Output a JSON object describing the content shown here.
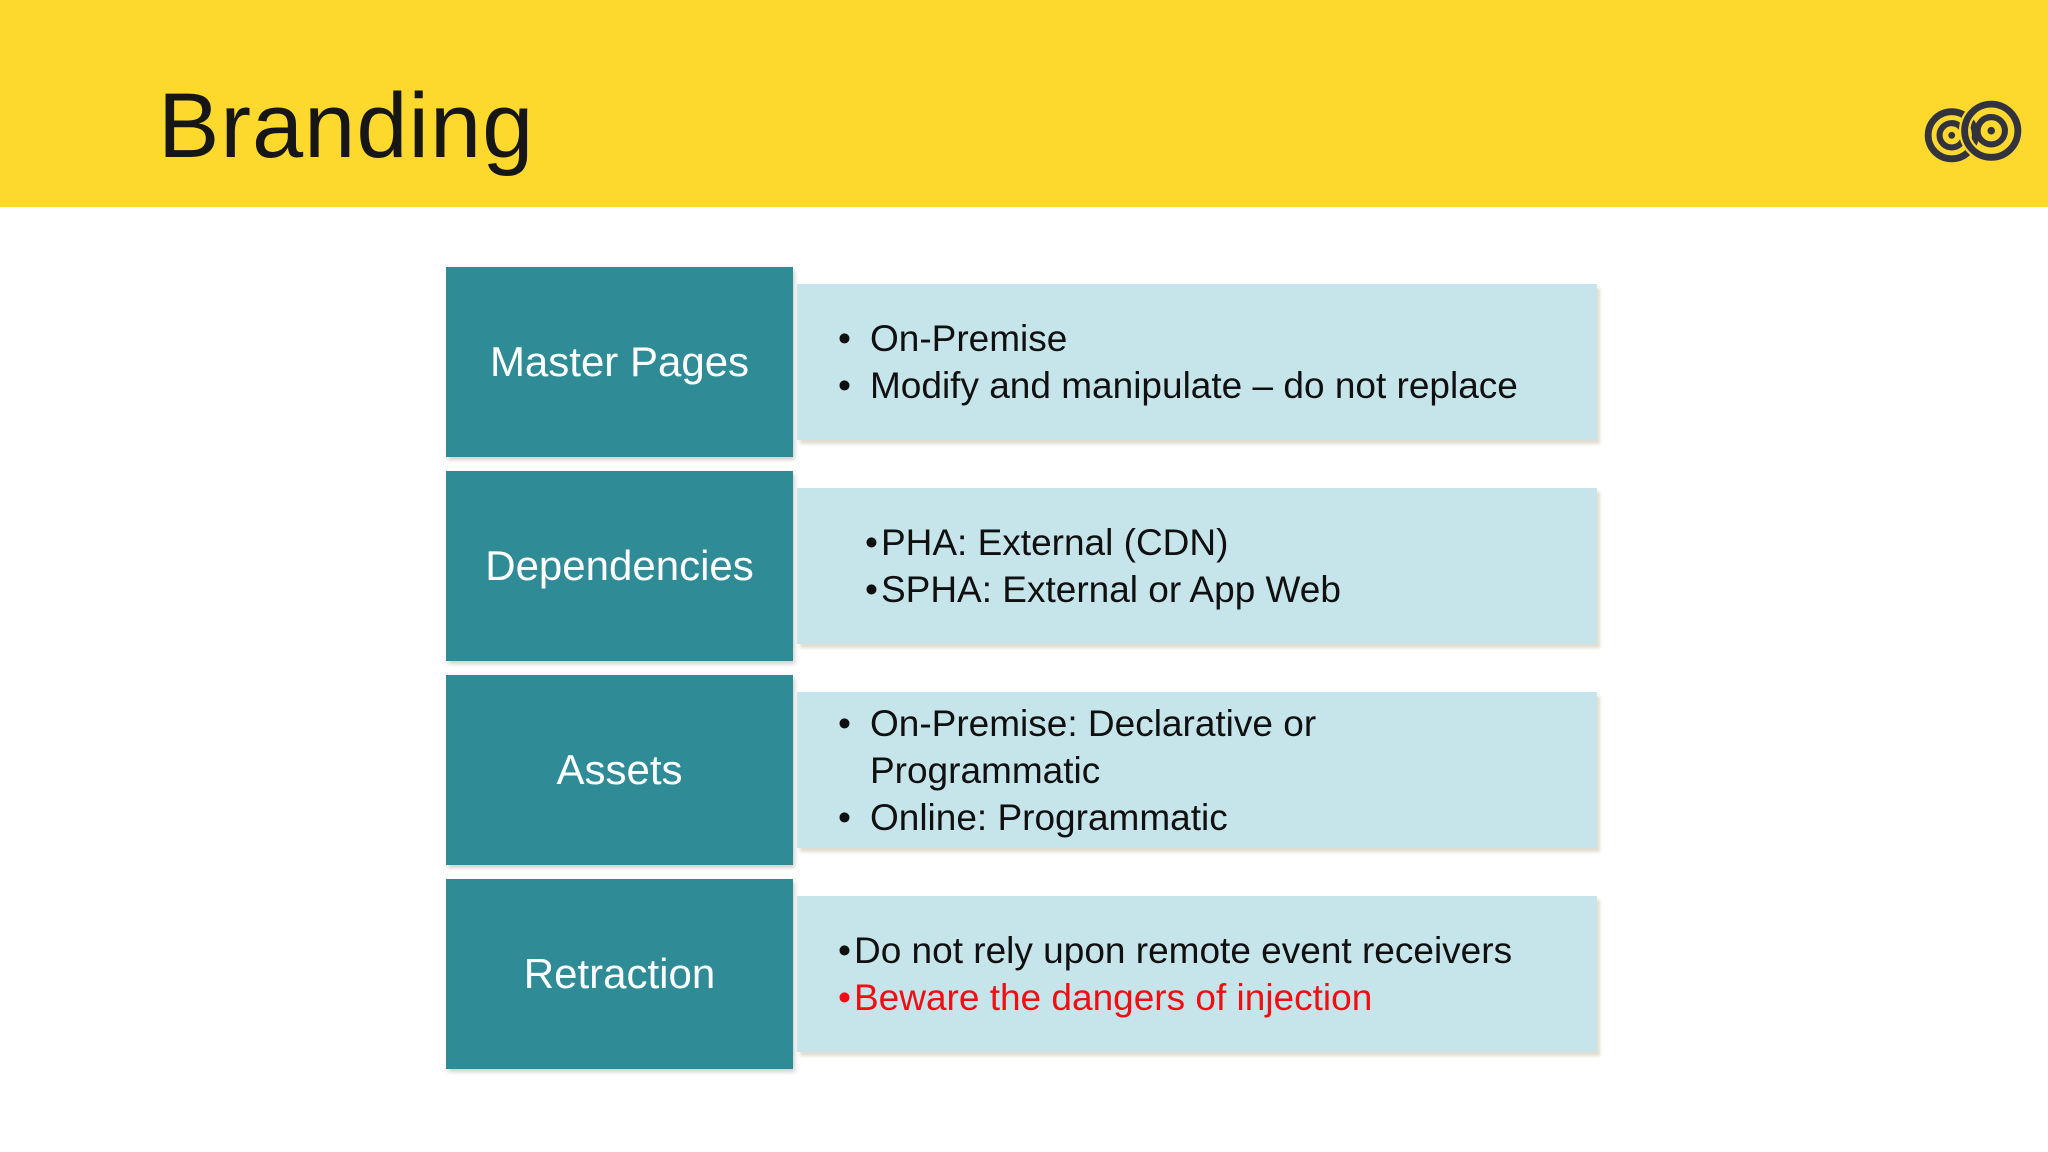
{
  "slide": {
    "title": "Branding",
    "logo_name": "double-spiral-logo"
  },
  "colors": {
    "band_yellow": "#FDD92D",
    "teal": "#2F8C97",
    "light_blue": "#C6E5EB",
    "red": "#F20D12",
    "logo_dark": "#32333C"
  },
  "rows": [
    {
      "label": "Master Pages",
      "bullets": [
        {
          "marker": "•",
          "text": "On-Premise"
        },
        {
          "marker": "•",
          "text": "Modify and manipulate – do not replace"
        }
      ]
    },
    {
      "label": "Dependencies",
      "bullets": [
        {
          "marker": "•",
          "text": "PHA: External (CDN)"
        },
        {
          "marker": "•",
          "text": "SPHA: External or App Web"
        }
      ]
    },
    {
      "label": "Assets",
      "bullets": [
        {
          "marker": "•",
          "text": "On-Premise: Declarative or\nProgrammatic"
        },
        {
          "marker": "•",
          "text": "Online: Programmatic"
        }
      ]
    },
    {
      "label": "Retraction",
      "bullets": [
        {
          "marker": "•",
          "text": "Do not rely upon remote event receivers"
        },
        {
          "marker": "•",
          "text": "Beware the dangers of injection"
        }
      ]
    }
  ]
}
